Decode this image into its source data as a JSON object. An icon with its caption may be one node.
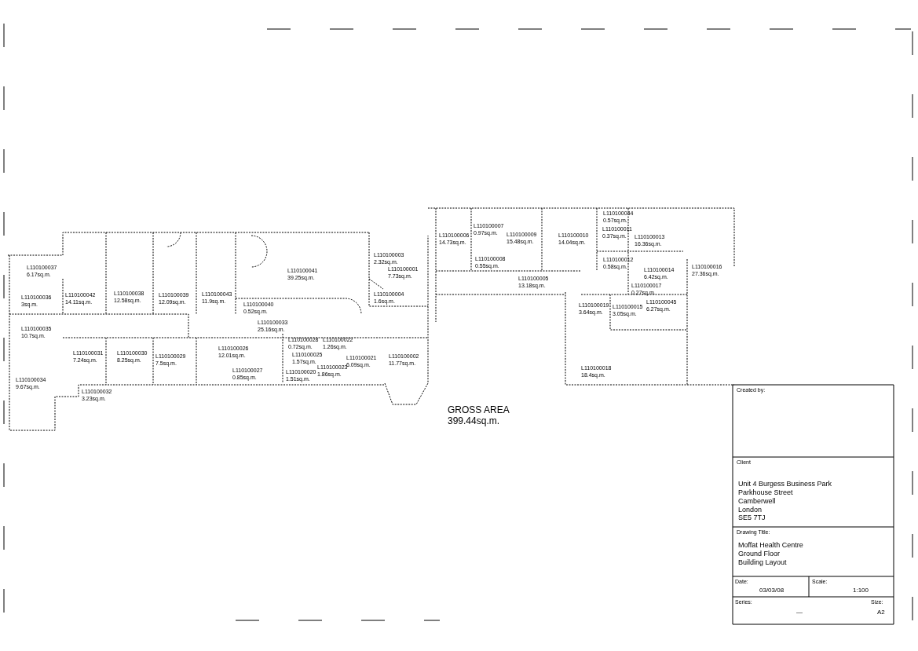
{
  "diagram": {
    "labels": [
      "L110100037",
      "6.17sq.m.",
      "L110100036",
      "3sq.m.",
      "L110100042",
      "14.11sq.m.",
      "L110100038",
      "12.58sq.m.",
      "L110100039",
      "12.09sq.m.",
      "L110100043",
      "11.9sq.m.",
      "L110100041",
      "39.25sq.m.",
      "L110100003",
      "2.32sq.m.",
      "L110100001",
      "7.73sq.m.",
      "L110100004",
      "1.6sq.m.",
      "L110100040",
      "0.52sq.m.",
      "L110100033",
      "25.16sq.m.",
      "L110100035",
      "10.7sq.m.",
      "L110100031",
      "7.24sq.m.",
      "L110100030",
      "8.25sq.m.",
      "L110100029",
      "7.5sq.m.",
      "L110100026",
      "12.01sq.m.",
      "L110100028",
      "0.72sq.m.",
      "L110100022",
      "1.26sq.m.",
      "L110100025",
      "1.57sq.m.",
      "L110100023",
      "1.86sq.m.",
      "L110100027",
      "0.85sq.m.",
      "L110100020",
      "1.51sq.m.",
      "L110100021",
      "6.09sq.m.",
      "L110100002",
      "11.77sq.m.",
      "L110100034",
      "9.67sq.m.",
      "L110100032",
      "3.23sq.m.",
      "L110100044",
      "0.57sq.m.",
      "L110100007",
      "0.97sq.m.",
      "L110100011",
      "0.37sq.m.",
      "L110100006",
      "14.73sq.m.",
      "L110100009",
      "15.48sq.m.",
      "L110100010",
      "14.04sq.m.",
      "L110100013",
      "16.36sq.m.",
      "L110100008",
      "0.55sq.m.",
      "L110100012",
      "0.58sq.m.",
      "L110100005",
      "13.18sq.m.",
      "L110100014",
      "6.42sq.m.",
      "L110100016",
      "27.36sq.m.",
      "L110100017",
      "0.27sq.m.",
      "L110100019",
      "3.64sq.m.",
      "L110100015",
      "3.05sq.m.",
      "L110100045",
      "6.27sq.m.",
      "L110100018",
      "18.4sq.m.",
      "GROSS AREA",
      "399.44sq.m.",
      "Created by:",
      "Client",
      "Unit 4 Burgess Business Park",
      "Parkhouse Street",
      "Camberwell",
      "London",
      "SE5 7TJ",
      "Drawing Title:",
      "Moffat Health Centre",
      "Ground Floor",
      "Building Layout",
      "Date:",
      "Scale:",
      "03/03/08",
      "1:100",
      "Series:",
      "Size:",
      "—",
      "A2"
    ]
  }
}
